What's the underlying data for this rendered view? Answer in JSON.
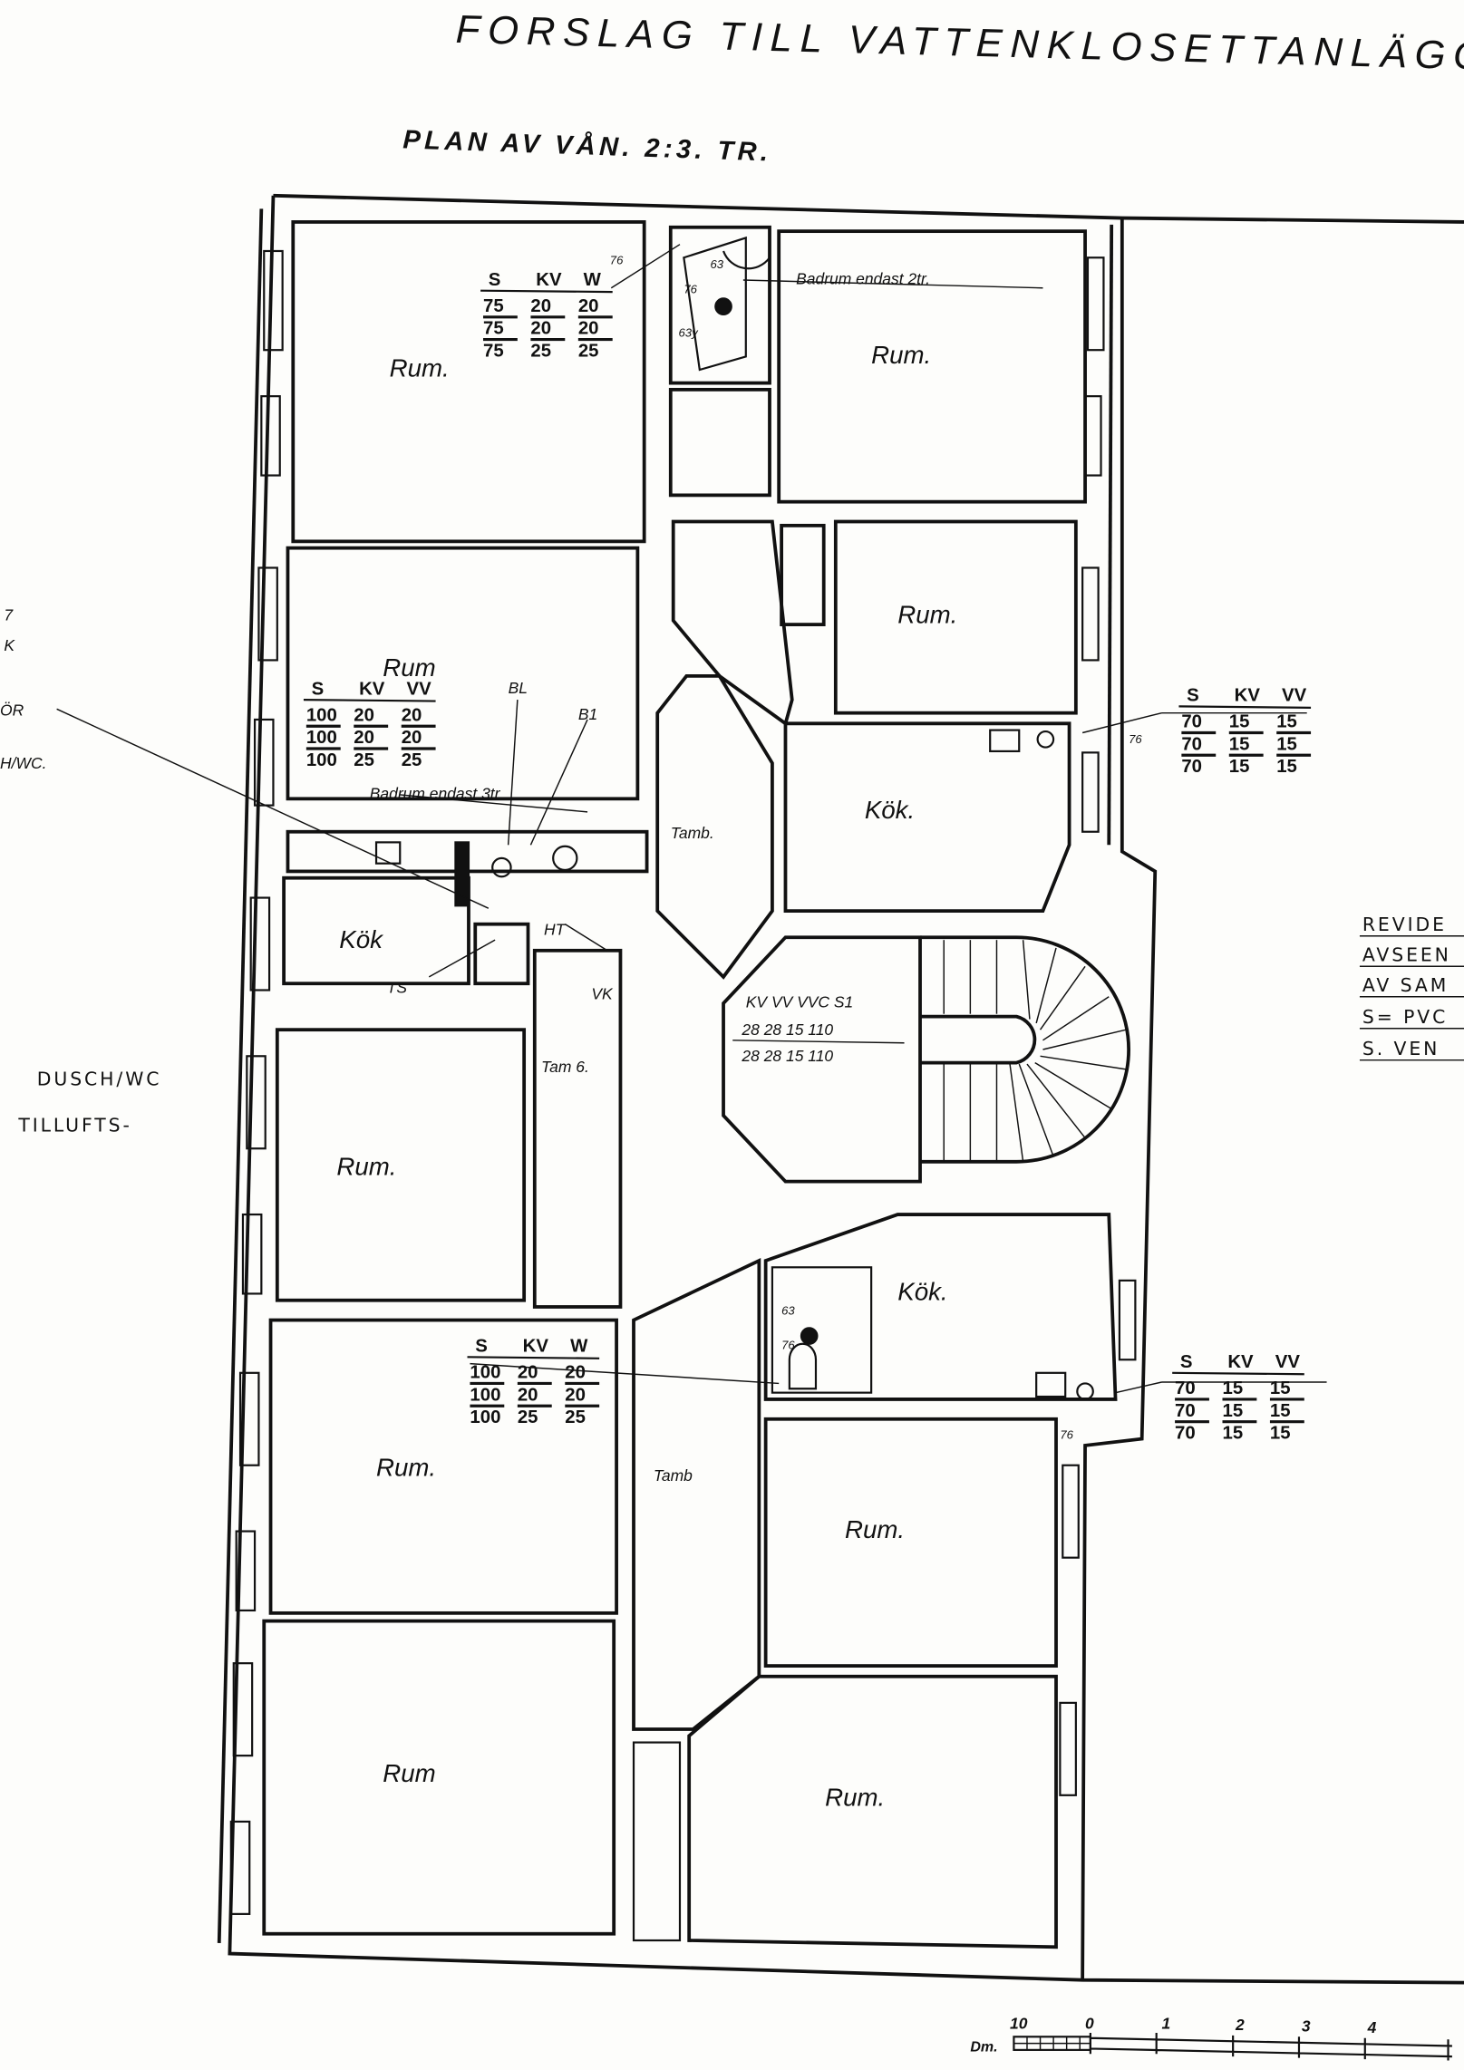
{
  "title": "FORSLAG  TILL  VATTENKLOSETTANLÄGGNIN",
  "subtitle": "PLAN AV VÅN. 2:3. TR.",
  "rooms": {
    "rum_top_left": "Rum.",
    "rum_top_right": "Rum.",
    "rum_right_2": "Rum.",
    "rum_left_2": "Rum",
    "kok_left": "Kök",
    "kok_right": "Kök.",
    "tamb_upper": "Tamb.",
    "tamb_6": "Tam 6.",
    "rum_left_3": "Rum.",
    "rum_left_4": "Rum.",
    "rum_left_5": "Rum",
    "tamb_lower": "Tamb",
    "kok_lower": "Kök.",
    "rum_right_3": "Rum.",
    "rum_right_4": "Rum."
  },
  "annotations": {
    "bathroom_2tr": "Badrum endast 2tr.",
    "bathroom_3tr": "Badrum endast 3tr.",
    "bl": "BL",
    "b1": "B1",
    "ht": "HT",
    "ts": "TS",
    "vk": "VK",
    "dim_76_a": "76",
    "dim_76_b": "76",
    "dim_76_c": "76",
    "dim_76_d": "76",
    "dim_63_a": "63",
    "dim_63y": "63y",
    "dim_63_b": "63",
    "dim_76_e": "76"
  },
  "pipe_tables": [
    {
      "headers": [
        "S",
        "KV",
        "W"
      ],
      "rows": [
        [
          "75",
          "20",
          "20"
        ],
        [
          "75",
          "20",
          "20"
        ],
        [
          "75",
          "25",
          "25"
        ]
      ]
    },
    {
      "headers": [
        "S",
        "KV",
        "VV"
      ],
      "rows": [
        [
          "100",
          "20",
          "20"
        ],
        [
          "100",
          "20",
          "20"
        ],
        [
          "100",
          "25",
          "25"
        ]
      ]
    },
    {
      "headers": [
        "S",
        "KV",
        "VV"
      ],
      "rows": [
        [
          "70",
          "15",
          "15"
        ],
        [
          "70",
          "15",
          "15"
        ],
        [
          "70",
          "15",
          "15"
        ]
      ]
    },
    {
      "headers": [
        "S",
        "KV",
        "W"
      ],
      "rows": [
        [
          "100",
          "20",
          "20"
        ],
        [
          "100",
          "20",
          "20"
        ],
        [
          "100",
          "25",
          "25"
        ]
      ]
    },
    {
      "headers": [
        "S",
        "KV",
        "VV"
      ],
      "rows": [
        [
          "70",
          "15",
          "15"
        ],
        [
          "70",
          "15",
          "15"
        ],
        [
          "70",
          "15",
          "15"
        ]
      ]
    }
  ],
  "stair_table": {
    "header": "KV VV VVC S1",
    "rows": [
      "28 28 15 110",
      "28 28 15 110"
    ]
  },
  "left_notes": [
    "7",
    "K",
    "ÖR",
    "H/WC.",
    "DUSCH/WC",
    "TILLUFTS-"
  ],
  "right_notes": [
    "REVIDE",
    "AVSEEN",
    "AV SAM",
    "S= PVC",
    "S. VEN"
  ],
  "scale_bar": {
    "unit": "Dm.",
    "labels": [
      "10",
      "0",
      "1",
      "2",
      "3",
      "4"
    ]
  }
}
